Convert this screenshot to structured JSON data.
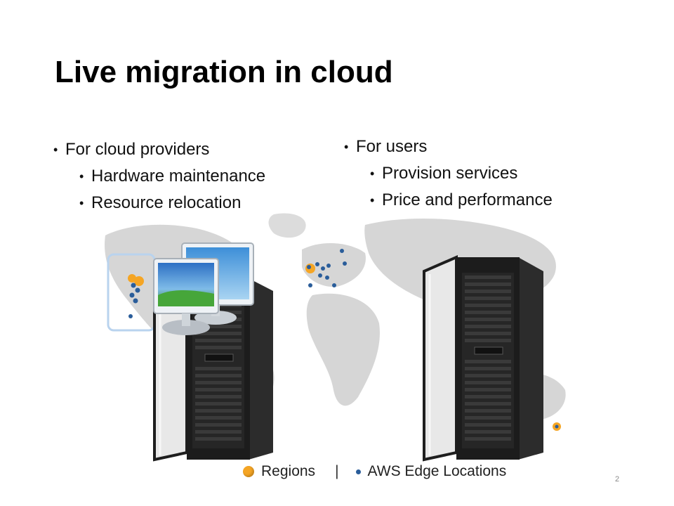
{
  "slide": {
    "title": "Live migration in cloud",
    "page_number": "2"
  },
  "left_column": {
    "heading": "For cloud providers",
    "items": [
      "Hardware maintenance",
      "Resource relocation"
    ]
  },
  "right_column": {
    "heading": "For users",
    "items": [
      "Provision services",
      "Price and performance"
    ]
  },
  "legend": {
    "regions_label": "Regions",
    "separator": "|",
    "edge_label": "AWS Edge Locations"
  },
  "colors": {
    "region_dot": "#f5a524",
    "edge_dot": "#2a5d9a",
    "map_land": "#d6d6d6",
    "rack_body": "#1c1c1c"
  },
  "icons": [
    "world-map",
    "server-rack-icon",
    "monitor-icon",
    "region-dot-icon",
    "edge-dot-icon"
  ]
}
